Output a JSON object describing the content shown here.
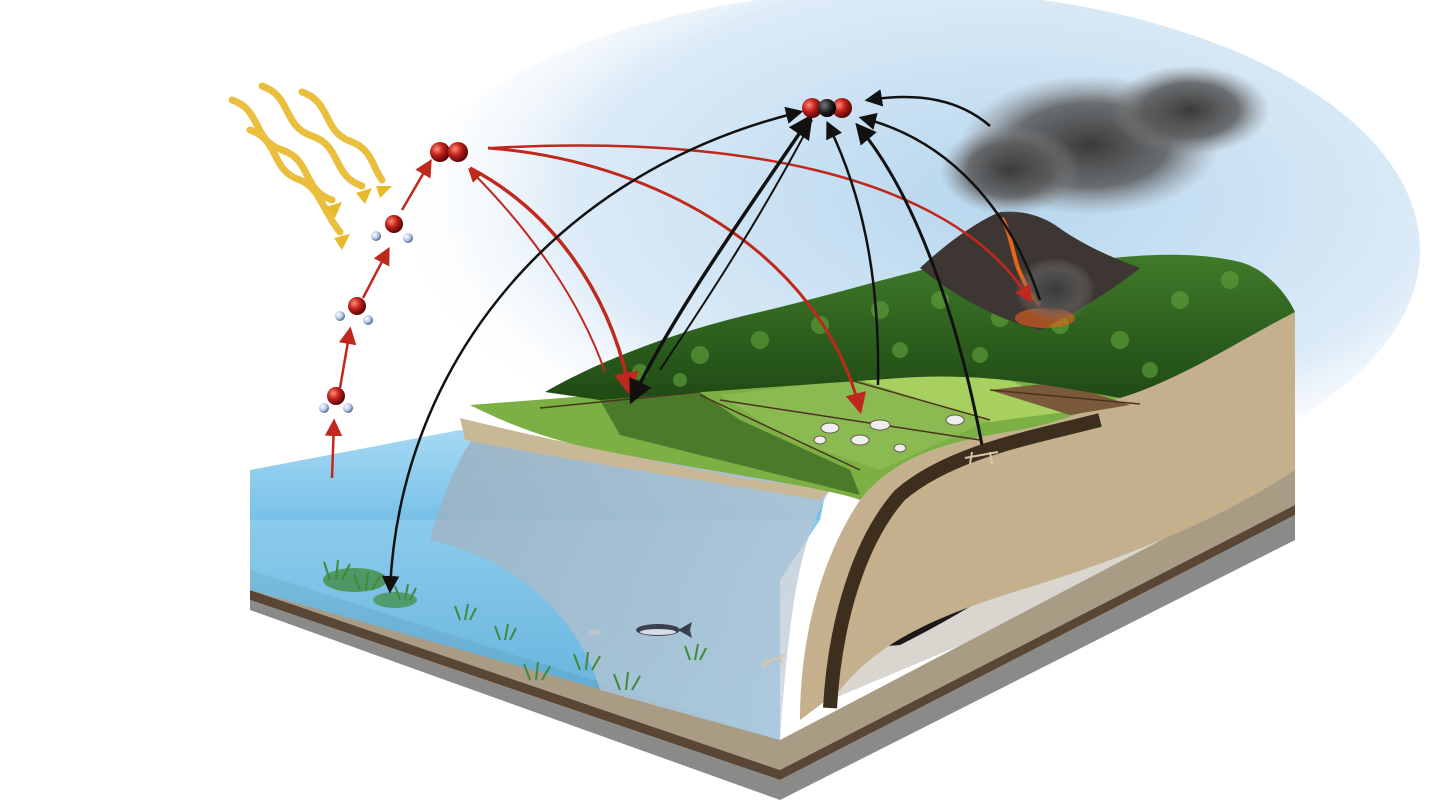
{
  "diagram": {
    "subject": "",
    "nodes": [
      {
        "id": "water_h2o_1",
        "kind": "h2o-molecule"
      },
      {
        "id": "water_h2o_2",
        "kind": "h2o-molecule"
      },
      {
        "id": "water_h2o_3",
        "kind": "h2o-molecule"
      },
      {
        "id": "oxygen_o2",
        "kind": "o2-molecule"
      },
      {
        "id": "carbon_dioxide_co2",
        "kind": "co2-molecule"
      },
      {
        "id": "sunlight",
        "kind": "sun-rays"
      },
      {
        "id": "ocean",
        "kind": "water-body"
      },
      {
        "id": "seagrass",
        "kind": "aquatic-plants"
      },
      {
        "id": "fish",
        "kind": "animal"
      },
      {
        "id": "forest",
        "kind": "vegetation"
      },
      {
        "id": "pasture",
        "kind": "livestock-field"
      },
      {
        "id": "cows",
        "kind": "animal"
      },
      {
        "id": "field",
        "kind": "plowed-field"
      },
      {
        "id": "volcano",
        "kind": "volcano"
      },
      {
        "id": "smoke",
        "kind": "emission"
      },
      {
        "id": "coal_seam",
        "kind": "fossil-deposit"
      },
      {
        "id": "oil_deposit",
        "kind": "fossil-deposit"
      },
      {
        "id": "sediment_layers",
        "kind": "soil-strata"
      }
    ],
    "edges": [
      {
        "from": "ocean",
        "to": "water_h2o_1",
        "color": "red"
      },
      {
        "from": "water_h2o_1",
        "to": "water_h2o_2",
        "color": "red"
      },
      {
        "from": "water_h2o_2",
        "to": "water_h2o_3",
        "color": "red"
      },
      {
        "from": "water_h2o_3",
        "to": "oxygen_o2",
        "color": "red"
      },
      {
        "from": "oxygen_o2",
        "to": "forest",
        "color": "red"
      },
      {
        "from": "oxygen_o2",
        "to": "forest",
        "color": "red"
      },
      {
        "from": "oxygen_o2",
        "to": "pasture",
        "color": "red"
      },
      {
        "from": "oxygen_o2",
        "to": "volcano",
        "color": "red"
      },
      {
        "from": "carbon_dioxide_co2",
        "to": "seagrass",
        "color": "black",
        "bidirectional": true
      },
      {
        "from": "carbon_dioxide_co2",
        "to": "forest",
        "color": "black",
        "bidirectional": true
      },
      {
        "from": "pasture",
        "to": "carbon_dioxide_co2",
        "color": "black"
      },
      {
        "from": "field",
        "to": "carbon_dioxide_co2",
        "color": "black"
      },
      {
        "from": "volcano",
        "to": "carbon_dioxide_co2",
        "color": "black"
      },
      {
        "from": "smoke",
        "to": "carbon_dioxide_co2",
        "color": "black"
      }
    ],
    "colors": {
      "oxygen_atom": "#c0201a",
      "carbon_atom": "#222222",
      "hydrogen_atom": "#b8c8e8",
      "oxygen_arrow": "#c0281e",
      "carbon_arrow": "#111111",
      "sun_rays": "#e8b92a",
      "water": "#7cc4ea",
      "grass": "#6fa83a",
      "smoke": "#4a4a4a",
      "lava": "#e8641a"
    }
  }
}
